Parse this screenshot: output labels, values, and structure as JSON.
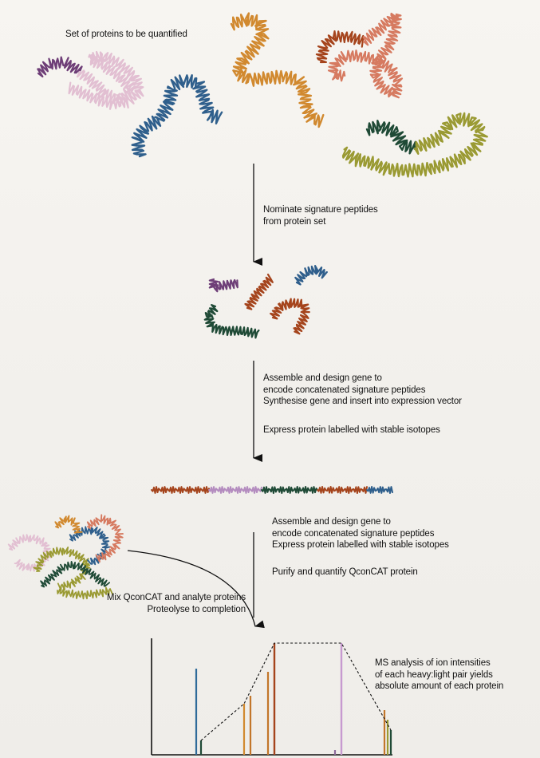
{
  "texts": {
    "set_title": "Set of proteins to be quantified",
    "step1": [
      "Nominate signature peptides",
      "from protein set"
    ],
    "step2": [
      "Assemble and design gene to",
      "encode concatenated signature peptides",
      "Synthesise gene and insert into expression vector"
    ],
    "step2b": "Express protein labelled with stable isotopes",
    "step3": [
      "Assemble and design gene to",
      "encode concatenated signature peptides",
      "Express protein labelled with stable isotopes"
    ],
    "step3b": "Purify and quantify QconCAT protein",
    "mix": [
      "Mix QconCAT and analyte proteins",
      "Proteolyse to completion"
    ],
    "ms": [
      "MS analysis of ion intensities",
      "of each heavy:light pair yields",
      "absolute amount of each protein"
    ]
  },
  "colors": {
    "purple": "#6e3e77",
    "pink": "#e2bfd2",
    "blue": "#2f5f8c",
    "orange": "#d1892f",
    "rust": "#a5441c",
    "salmon": "#d67a60",
    "darkgreen": "#1f4a36",
    "olive": "#9a9a33",
    "lavender": "#b48cbf",
    "arrow": "#111111"
  },
  "icons": [
    "protein-helix-icon",
    "peptide-fragment-icon",
    "qconcat-chain-icon",
    "down-arrow-icon",
    "ms-spectrum-icon"
  ]
}
